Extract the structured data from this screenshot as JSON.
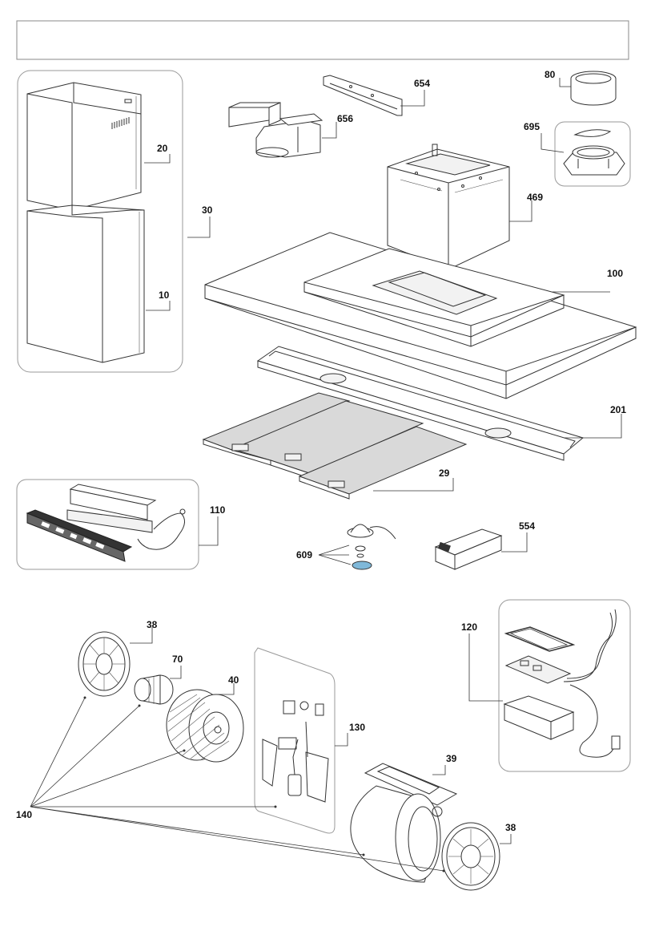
{
  "header": {
    "title": ""
  },
  "labels": {
    "p10": "10",
    "p20": "20",
    "p30": "30",
    "p80": "80",
    "p654": "654",
    "p656": "656",
    "p695": "695",
    "p469": "469",
    "p100": "100",
    "p201": "201",
    "p29": "29",
    "p110": "110",
    "p609": "609",
    "p554": "554",
    "p120": "120",
    "p38a": "38",
    "p70": "70",
    "p40": "40",
    "p130": "130",
    "p39": "39",
    "p38b": "38",
    "p140": "140"
  },
  "colors": {
    "line": "#333333",
    "panel_border": "#999999",
    "filter_fill": "#d9d9d9",
    "seal_fill": "#7fb8d9"
  }
}
